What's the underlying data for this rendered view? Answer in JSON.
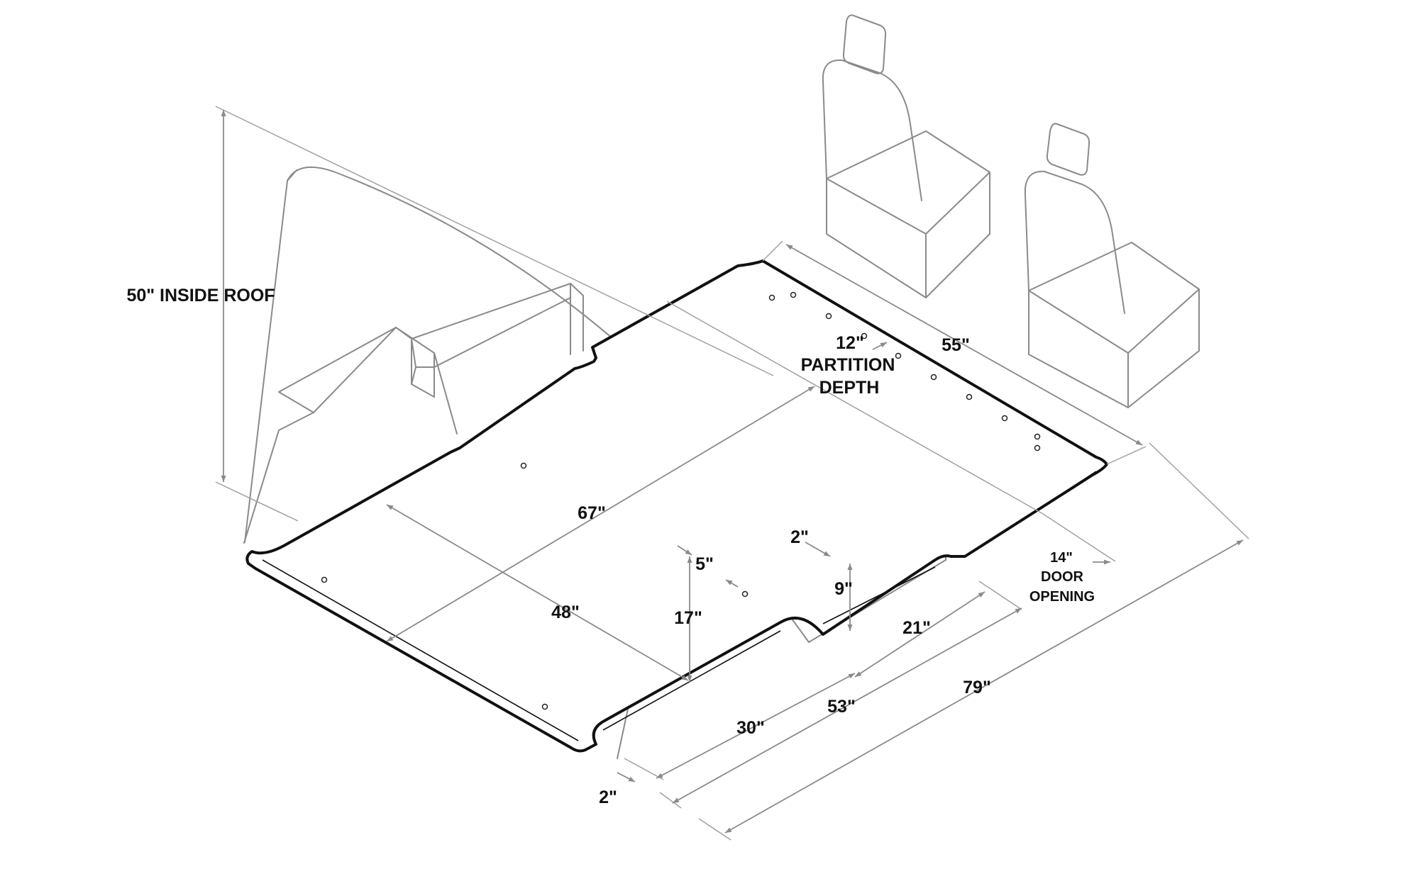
{
  "diagram": {
    "stroke_color": "#8a8a8a",
    "floor_color": "#111111",
    "text_color": "#111111",
    "labels": {
      "inside_roof": "50\" INSIDE ROOF",
      "partition_depth_value": "12\"",
      "partition_depth_line1": "PARTITION",
      "partition_depth_line2": "DEPTH",
      "width_55": "55\"",
      "length_67": "67\"",
      "width_48": "48\"",
      "dim_2_top": "2\"",
      "dim_5": "5\"",
      "dim_9": "9\"",
      "dim_17": "17\"",
      "dim_21": "21\"",
      "door_value": "14\"",
      "door_line1": "DOOR",
      "door_line2": "OPENING",
      "dim_30": "30\"",
      "dim_53": "53\"",
      "dim_79": "79\"",
      "dim_2_bottom": "2\""
    }
  }
}
